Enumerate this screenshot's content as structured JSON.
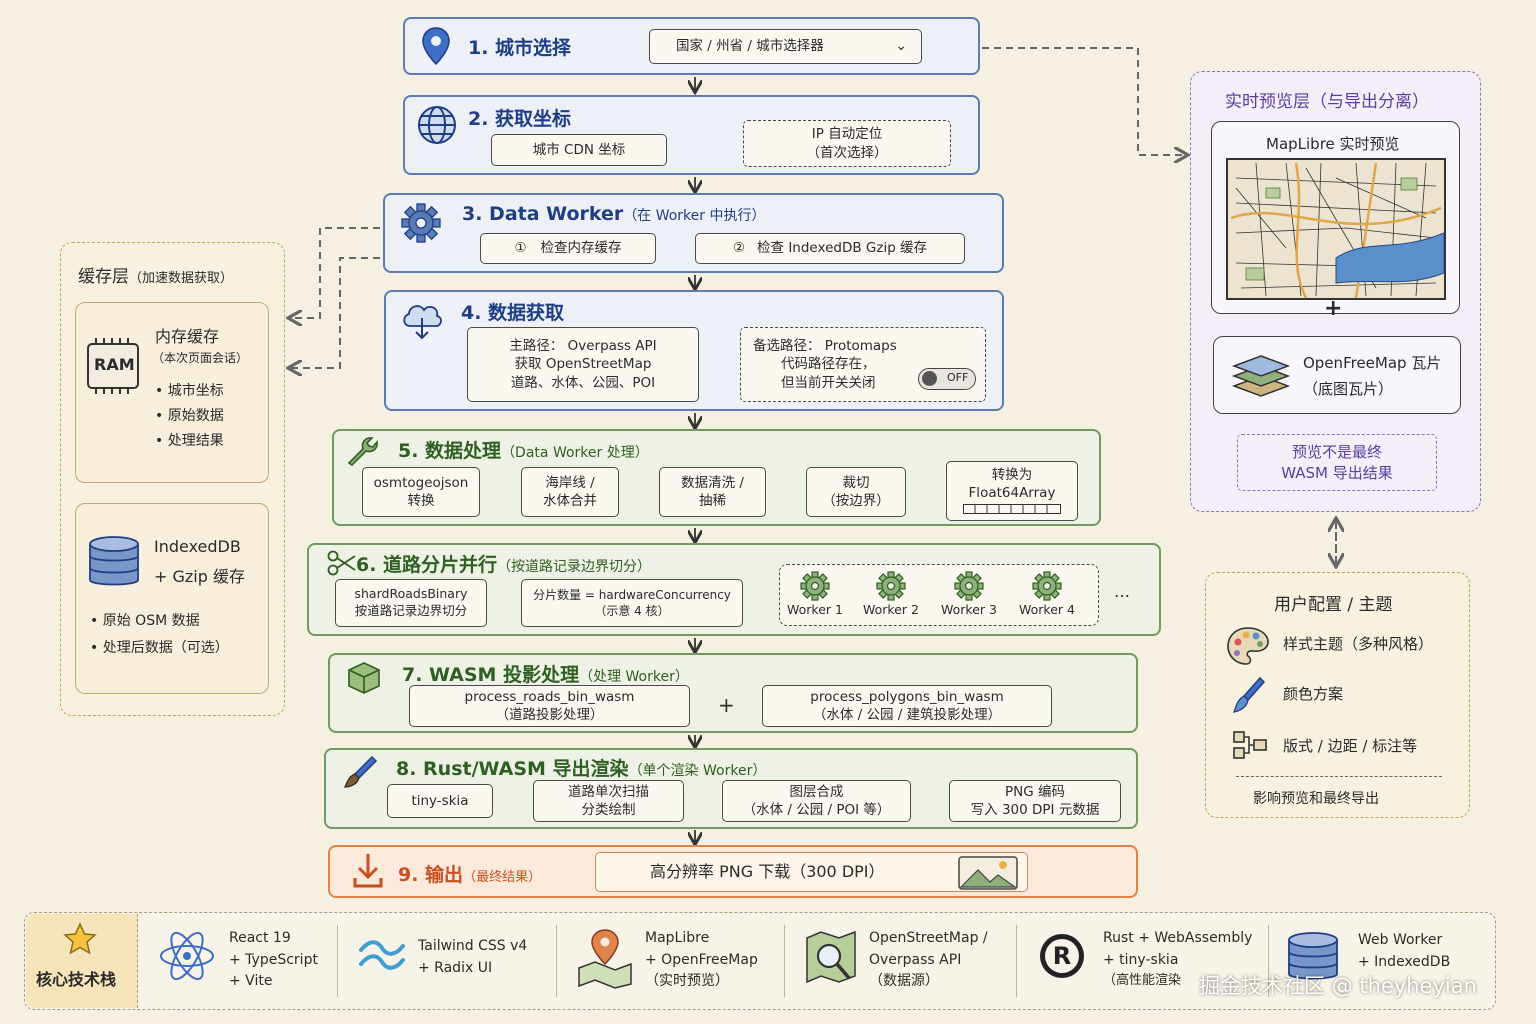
{
  "stages": {
    "s1": {
      "title": "1. 城市选择",
      "select": "国家 / 州省 / 城市选择器"
    },
    "s2": {
      "title": "2. 获取坐标",
      "cdn": "城市 CDN 坐标",
      "ip_line1": "IP 自动定位",
      "ip_line2": "（首次选择）"
    },
    "s3": {
      "title": "3. Data Worker",
      "sub": "（在 Worker 中执行）",
      "check1": "检查内存缓存",
      "check2": "检查 IndexedDB Gzip 缓存",
      "num1": "①",
      "num2": "②"
    },
    "s4": {
      "title": "4. 数据获取",
      "main1": "主路径： Overpass API",
      "main2": "获取 OpenStreetMap",
      "main3": "道路、水体、公园、POI",
      "alt1": "备选路径： Protomaps",
      "alt2": "代码路径存在，",
      "alt3": "但当前开关关闭",
      "toggle": "OFF"
    },
    "s5": {
      "title": "5. 数据处理",
      "sub": "（Data Worker 处理）",
      "steps": [
        {
          "l1": "osmtogeojson",
          "l2": "转换"
        },
        {
          "l1": "海岸线 /",
          "l2": "水体合并"
        },
        {
          "l1": "数据清洗 /",
          "l2": "抽稀"
        },
        {
          "l1": "裁切",
          "l2": "（按边界）"
        },
        {
          "l1": "转换为",
          "l2": "Float64Array"
        }
      ]
    },
    "s6": {
      "title": "6. 道路分片并行",
      "sub": "（按道路记录边界切分）",
      "shard1": "shardRoadsBinary",
      "shard2": "按道路记录边界切分",
      "count1": "分片数量 = hardwareConcurrency",
      "count2": "（示意 4 核）",
      "workers": [
        "Worker 1",
        "Worker 2",
        "Worker 3",
        "Worker 4"
      ],
      "more": "…"
    },
    "s7": {
      "title": "7. WASM 投影处理",
      "sub": "（处理 Worker）",
      "a1": "process_roads_bin_wasm",
      "a2": "（道路投影处理）",
      "plus": "+",
      "b1": "process_polygons_bin_wasm",
      "b2": "（水体 / 公园 / 建筑投影处理）"
    },
    "s8": {
      "title": "8. Rust/WASM 导出渲染",
      "sub": "（单个渲染 Worker）",
      "tiny": "tiny-skia",
      "scan1": "道路单次扫描",
      "scan2": "分类绘制",
      "comp1": "图层合成",
      "comp2": "（水体 / 公园 / POI 等）",
      "png1": "PNG 编码",
      "png2": "写入 300 DPI 元数据"
    },
    "s9": {
      "title": "9. 输出",
      "sub": "（最终结果）",
      "download": "高分辨率 PNG 下载（300 DPI）"
    }
  },
  "cache": {
    "title": "缓存层",
    "sub": "（加速数据获取）",
    "mem_title": "内存缓存",
    "mem_sub": "（本次页面会话）",
    "ram": "RAM",
    "mem_items": [
      "城市坐标",
      "原始数据",
      "处理结果"
    ],
    "idb_title1": "IndexedDB",
    "idb_title2": "+ Gzip 缓存",
    "idb_items": [
      "原始 OSM 数据",
      "处理后数据（可选）"
    ]
  },
  "preview": {
    "title": "实时预览层（与导出分离）",
    "maplibre": "MapLibre 实时预览",
    "plus": "+",
    "ofm1": "OpenFreeMap 瓦片",
    "ofm2": "（底图瓦片）",
    "note1": "预览不是最终",
    "note2": "WASM 导出结果"
  },
  "config": {
    "title": "用户配置 / 主题",
    "items": [
      "样式主题（多种风格）",
      "颜色方案",
      "版式 / 边距 / 标注等"
    ],
    "footer": "影响预览和最终导出"
  },
  "stack": {
    "label": "核心技术栈",
    "items": [
      {
        "l1": "React 19",
        "l2": "+ TypeScript",
        "l3": "+ Vite"
      },
      {
        "l1": "Tailwind CSS v4",
        "l2": "+ Radix UI",
        "l3": ""
      },
      {
        "l1": "MapLibre",
        "l2": "+ OpenFreeMap",
        "l3": "（实时预览）"
      },
      {
        "l1": "OpenStreetMap /",
        "l2": "Overpass API",
        "l3": "（数据源）"
      },
      {
        "l1": "Rust + WebAssembly",
        "l2": "+ tiny-skia",
        "l3": "（高性能渲染"
      },
      {
        "l1": "Web Worker",
        "l2": "+ IndexedDB",
        "l3": ""
      }
    ],
    "watermark": "掘金技术社区 @ theyheyian"
  },
  "colors": {
    "blue": "#1f3e86",
    "green": "#2f5f22",
    "orange": "#c8501e",
    "purple": "#5b3ea0"
  }
}
